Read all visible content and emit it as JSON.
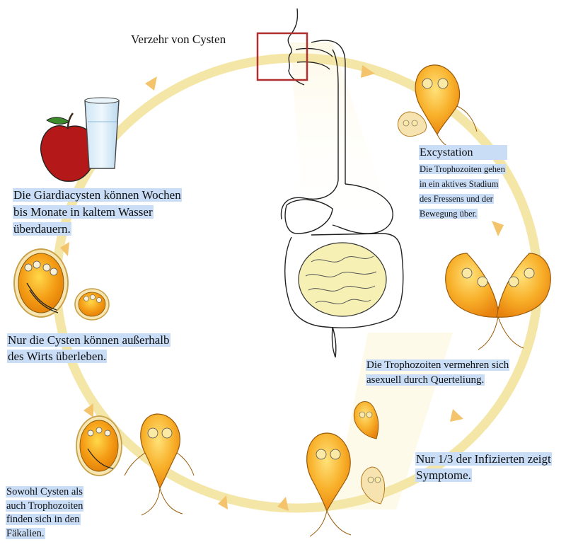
{
  "labels": {
    "consumption": "Verzehr von Cysten",
    "excystation_title": "Excystation",
    "excystation_text": "Die Trophozoiten gehen in ein aktives Stadium des Fressens und der Bewegung über.",
    "cysten_survive": "Die Giardiacysten können Wochen bis Monate in kaltem Wasser überdauern.",
    "outside_host": "Nur die Cysten können außerhalb des Wirts überleben.",
    "trophozoites_multiply": "Die  Trophozoiten vermehren sich asexuell durch Querteliung.",
    "symptoms": "Nur 1/3 der Infizierten zeigt Symptome.",
    "feces": "Sowohl Cysten als auch Trophozoiten finden sich in den Fäkalien."
  },
  "colors": {
    "cycle_ring": "#f4e6a6",
    "arrow": "#f3c46b",
    "highlight": "#c9ddf7",
    "cyst_body": "#f2a21c",
    "cyst_outline": "#c8a24a",
    "trophozoite": "#f6a21a",
    "intestine_fill": "#f6f0b4",
    "apple": "#b51818",
    "focus_box": "#b03030"
  }
}
